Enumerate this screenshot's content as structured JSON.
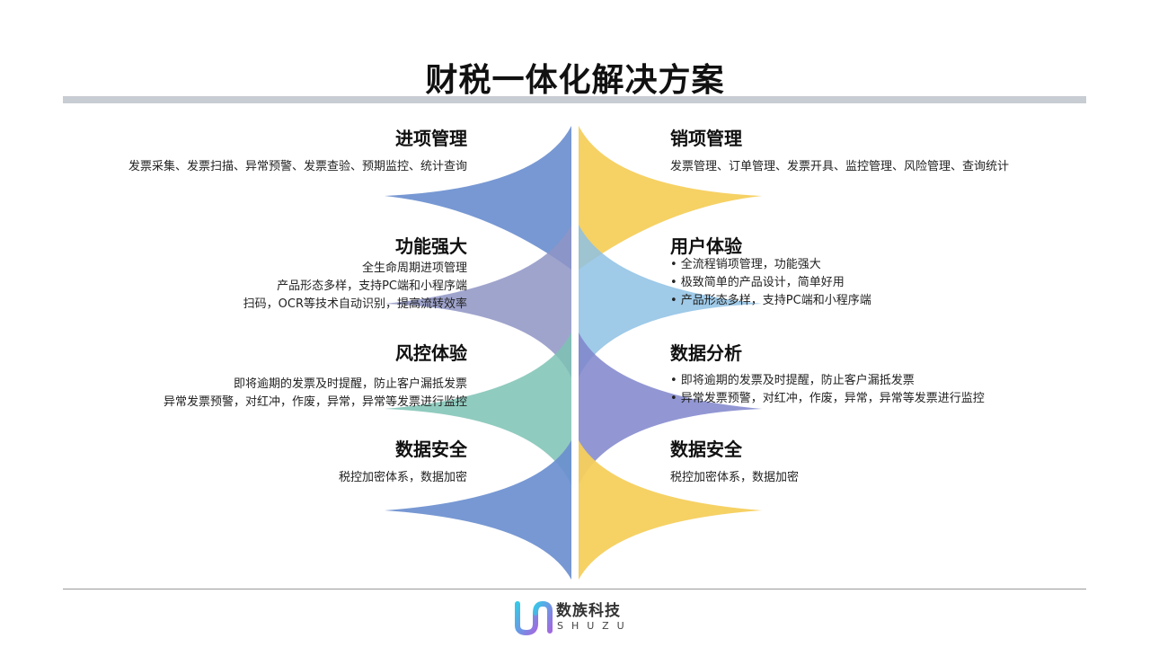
{
  "page": {
    "title": "财税一体化解决方案"
  },
  "left": [
    {
      "heading": "进项管理",
      "lines": [
        "发票采集、发票扫描、异常预警、发票查验、预期监控、统计查询"
      ]
    },
    {
      "heading": "功能强大",
      "lines": [
        "全生命周期进项管理",
        "产品形态多样，支持PC端和小程序端",
        "扫码，OCR等技术自动识别，提高流转效率"
      ]
    },
    {
      "heading": "风控体验",
      "lines": [
        "即将逾期的发票及时提醒，防止客户漏抵发票",
        "异常发票预警，对红冲，作废，异常，异常等发票进行监控"
      ]
    },
    {
      "heading": "数据安全",
      "lines": [
        "税控加密体系，数据加密"
      ]
    }
  ],
  "right": [
    {
      "heading": "销项管理",
      "lines": [
        "发票管理、订单管理、发票开具、监控管理、风险管理、查询统计"
      ]
    },
    {
      "heading": "用户体验",
      "lines": [
        "• 全流程销项管理，功能强大",
        "• 极致简单的产品设计，简单好用",
        "• 产品形态多样，支持PC端和小程序端"
      ]
    },
    {
      "heading": "数据分析",
      "lines": [
        "• 即将逾期的发票及时提醒，防止客户漏抵发票",
        "• 异常发票预警，对红冲，作废，异常，异常等发票进行监控"
      ]
    },
    {
      "heading": "数据安全",
      "lines": [
        "税控加密体系，数据加密"
      ]
    }
  ],
  "logo": {
    "name": "数族科技",
    "sub": "SHUZU"
  },
  "colors": {
    "blue": "#6b8fcf",
    "purple": "#8e94c4",
    "teal": "#7cc2b4",
    "yellow": "#f6cf5c",
    "lightblue": "#8ec1e4",
    "indigo": "#7f85cb"
  }
}
